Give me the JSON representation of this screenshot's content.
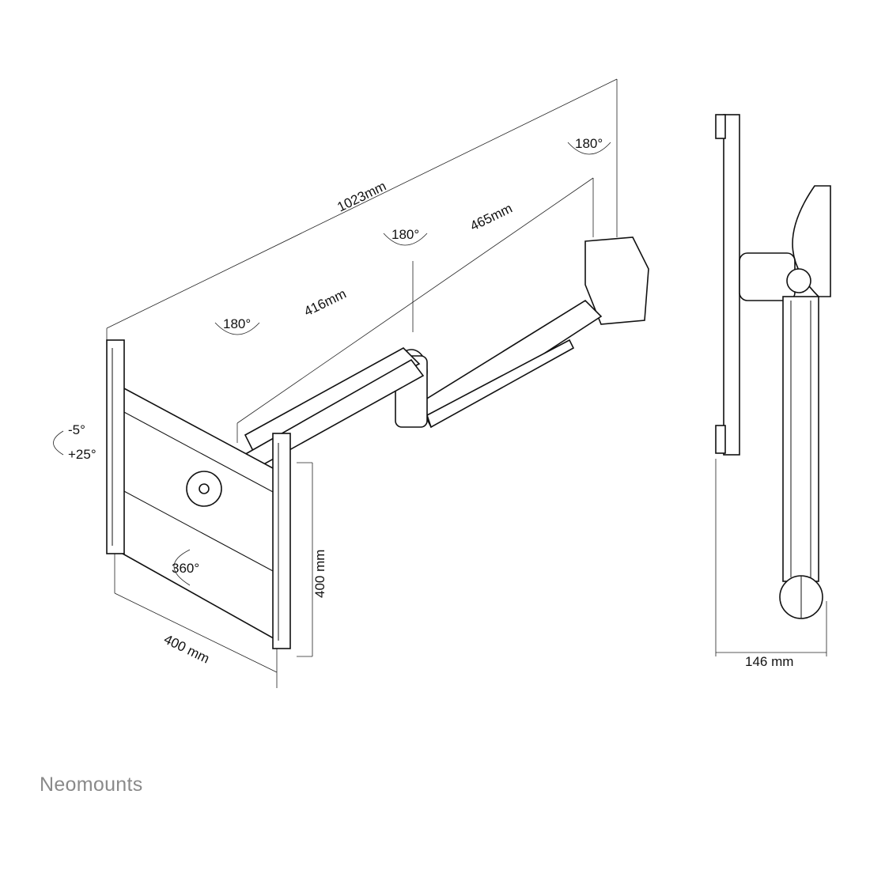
{
  "dimensions": {
    "total_reach": "1023mm",
    "arm_segment_1": "416mm",
    "arm_segment_2": "465mm",
    "vesa_width": "400 mm",
    "vesa_height": "400 mm",
    "side_depth": "146 mm"
  },
  "rotations": {
    "wall_pivot": "180°",
    "middle_pivot": "180°",
    "head_pivot": "180°",
    "tilt_up": "-5°",
    "tilt_down": "+25°",
    "rotation": "360°"
  },
  "brand": "Neomounts"
}
